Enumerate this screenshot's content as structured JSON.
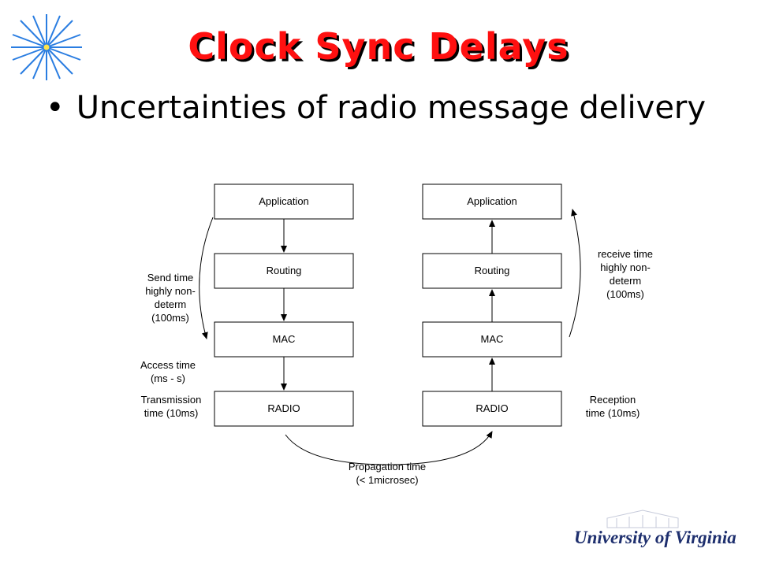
{
  "slide": {
    "title": "Clock Sync Delays",
    "bullet": "Uncertainties of radio message delivery",
    "bullet_symbol": "•"
  },
  "diagram": {
    "sender_stack": [
      "Application",
      "Routing",
      "MAC",
      "RADIO"
    ],
    "receiver_stack": [
      "Application",
      "Routing",
      "MAC",
      "RADIO"
    ],
    "left_notes": {
      "send_time": [
        "Send time",
        "highly non-",
        "determ",
        "(100ms)"
      ],
      "access_time": [
        "Access time",
        "(ms - s)"
      ],
      "transmission_time": [
        "Transmission",
        "time (10ms)"
      ]
    },
    "right_notes": {
      "receive_time": [
        "receive time",
        "highly non-",
        "determ",
        "(100ms)"
      ],
      "reception_time": [
        "Reception",
        "time (10ms)"
      ]
    },
    "bottom_note": [
      "Propagation time",
      "(< 1microsec)"
    ]
  },
  "footer": {
    "logo_text": "University of Virginia"
  },
  "colors": {
    "title": "#ff1010",
    "title_shadow": "#000000",
    "logo": "#1e2f6e",
    "star": "#2a7de1"
  }
}
